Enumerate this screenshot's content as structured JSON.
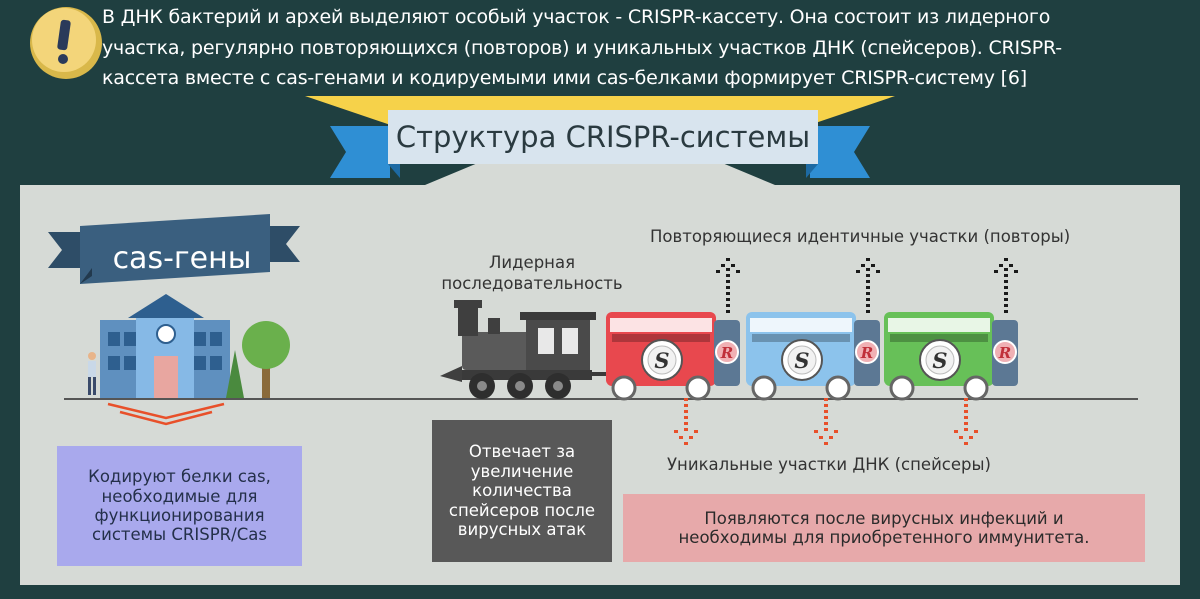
{
  "intro": {
    "lines": [
      "В ДНК бактерий и архей выделяют особый участок - CRISPR-кассету. Она состоит из лидерного",
      "участка, регулярно повторяющихся (повторов) и уникальных участков ДНК (спейсеров). CRISPR-",
      "кассета вместе с cas-генами и кодируемыми ими cas-белками формирует CRISPR-систему [6]"
    ]
  },
  "title": "Структура CRISPR-системы",
  "cas_genes": {
    "banner": "cas-гены",
    "description": [
      "Кодируют белки cas,",
      "необходимые для",
      "функционирования",
      "системы CRISPR/Cas"
    ]
  },
  "leader": {
    "label": [
      "Лидерная",
      "последовательность"
    ],
    "description": [
      "Отвечает за",
      "увеличение",
      "количества",
      "спейсеров после",
      "вирусных атак"
    ]
  },
  "repeats_label": "Повторяющиеся идентичные участки (повторы)",
  "spacers": {
    "label": "Уникальные  участки ДНК (спейсеры)",
    "description": [
      "Появляются после вирусных инфекций и",
      "необходимы для приобретенного иммунитета."
    ]
  },
  "wagons": [
    {
      "spacer_mark": "S",
      "repeat_mark": "R",
      "color": "#e8484e"
    },
    {
      "spacer_mark": "S",
      "repeat_mark": "R",
      "color": "#8cc3ec"
    },
    {
      "spacer_mark": "S",
      "repeat_mark": "R",
      "color": "#67c058"
    }
  ],
  "colors": {
    "top_background": "#1f3f40",
    "panel": "#d6dad6",
    "accent_yellow": "#f6d24a",
    "accent_blue": "#2f8fd4",
    "arrow_orange": "#e8502a"
  }
}
